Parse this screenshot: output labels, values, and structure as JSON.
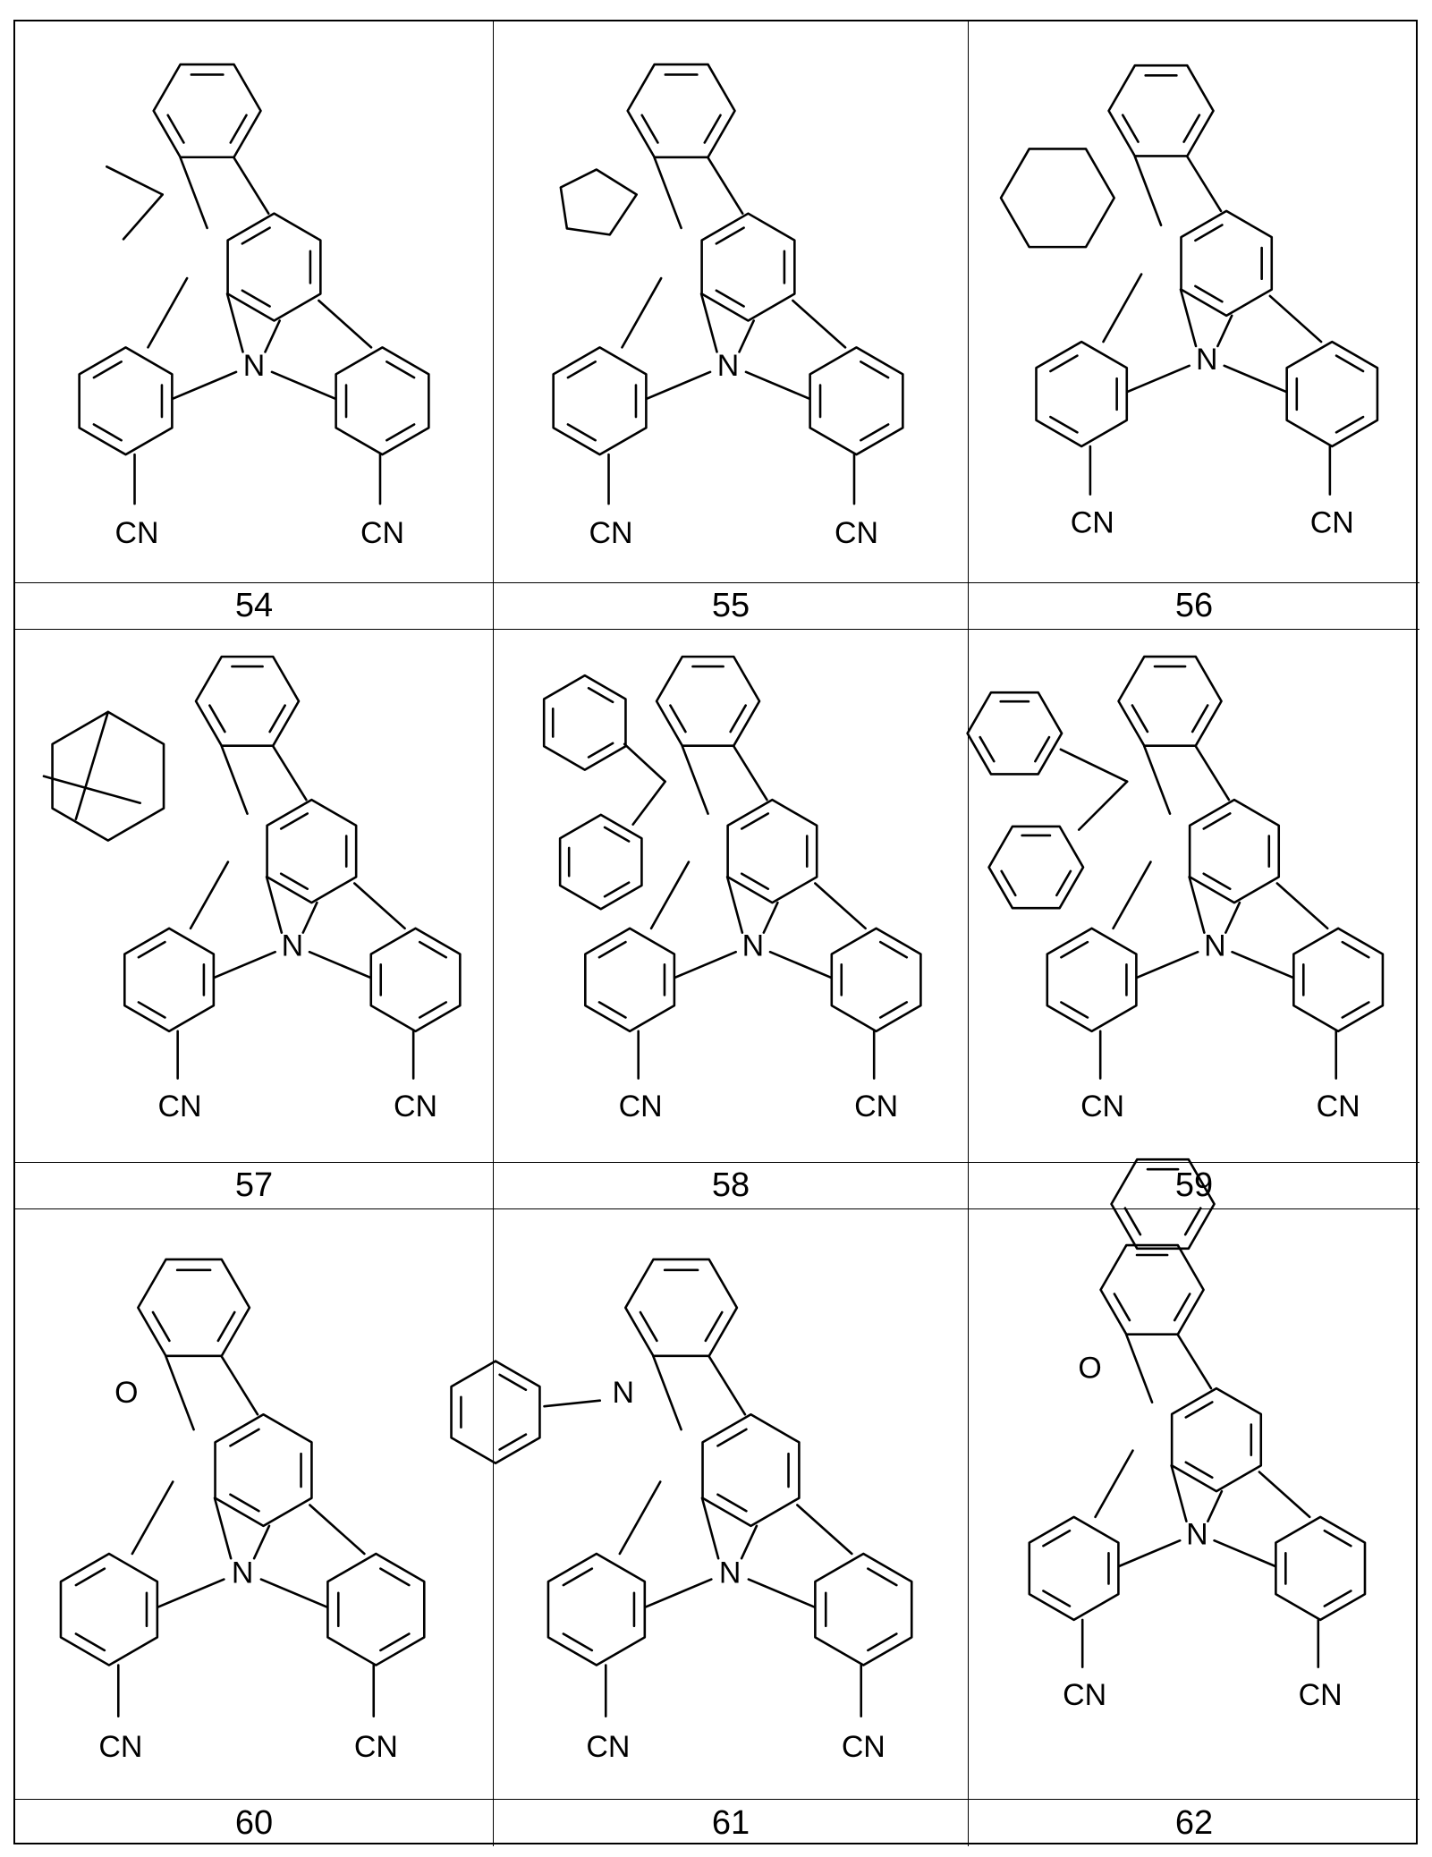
{
  "compounds": [
    {
      "label": "54",
      "substituent": "CN",
      "core": "dimethyl",
      "hetero": ""
    },
    {
      "label": "55",
      "substituent": "CN",
      "core": "spiro-cyclopentyl",
      "hetero": ""
    },
    {
      "label": "56",
      "substituent": "CN",
      "core": "spiro-cyclohexyl",
      "hetero": ""
    },
    {
      "label": "57",
      "substituent": "CN",
      "core": "spiro-adamantyl",
      "hetero": ""
    },
    {
      "label": "58",
      "substituent": "CN",
      "core": "diphenyl",
      "hetero": ""
    },
    {
      "label": "59",
      "substituent": "CN",
      "core": "spiro-fluorenyl",
      "hetero": ""
    },
    {
      "label": "60",
      "substituent": "CN",
      "core": "benzofuran",
      "hetero": "O"
    },
    {
      "label": "61",
      "substituent": "CN",
      "core": "N-phenyl-indole",
      "hetero": "N"
    },
    {
      "label": "62",
      "substituent": "CN",
      "core": "naphthofuran",
      "hetero": "O"
    }
  ],
  "atom_nitrogen": "N"
}
